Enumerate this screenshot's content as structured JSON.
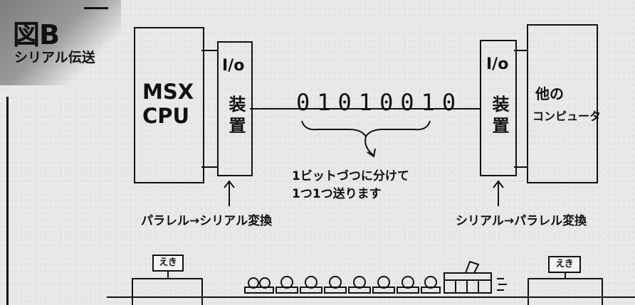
{
  "figure": {
    "label": "図B",
    "subtitle": "シリアル伝送"
  },
  "left": {
    "cpu": "MSX\nCPU",
    "io_top": "I/o",
    "io_vertical": "装置",
    "caption": "パラレル→シリアル変換"
  },
  "link": {
    "bits": "01010010",
    "note_line1": "1ビットづつに分けて",
    "note_line2": "1つ1つ送ります"
  },
  "right": {
    "io_top": "I/o",
    "io_vertical": "装置",
    "other_line1": "他の",
    "other_line2": "コンピュータ",
    "caption": "シリアル→パラレル変換"
  },
  "train": {
    "station_left": "えき",
    "station_right": "えき"
  }
}
